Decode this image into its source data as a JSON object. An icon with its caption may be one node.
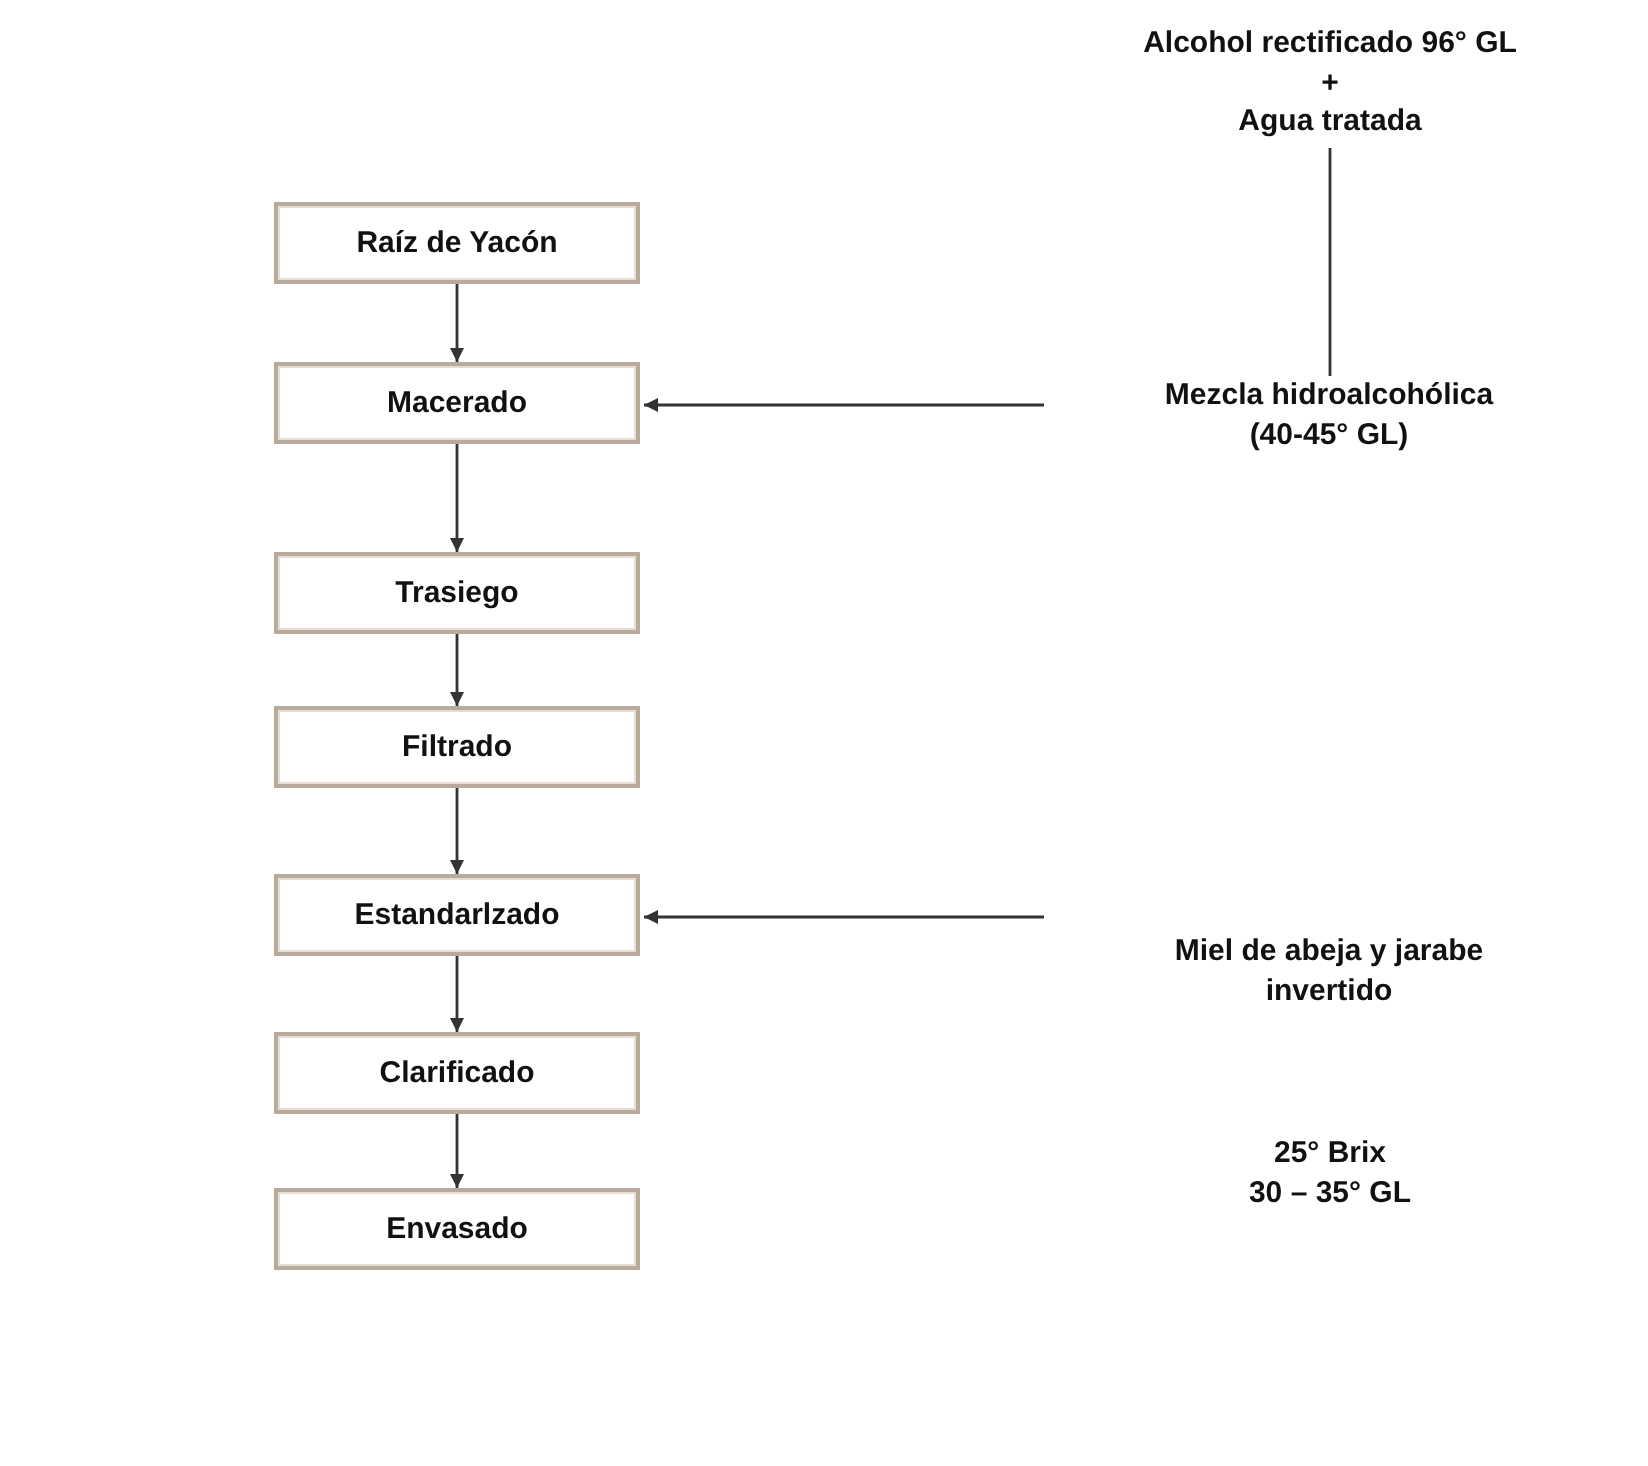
{
  "diagram": {
    "nodes": [
      {
        "text": [
          "Raíz de Yacón"
        ]
      },
      {
        "text": [
          "Macerado"
        ]
      },
      {
        "text": [
          "Trasiego"
        ]
      },
      {
        "text": [
          "Filtrado"
        ]
      },
      {
        "text": [
          "Estandarlzado"
        ]
      },
      {
        "text": [
          "Clarificado"
        ]
      },
      {
        "text": [
          "Envasado"
        ]
      },
      {
        "text": [
          "Alcohol rectificado 96° GL",
          "+",
          "Agua tratada"
        ]
      },
      {
        "text": [
          "Mezcla hidroalcohólica (40-45° GL)"
        ]
      },
      {
        "text": [
          "Miel de abeja y jarabe invertido"
        ]
      }
    ],
    "edges": [
      {
        "from": 0,
        "to": 1,
        "arrow": "to"
      },
      {
        "from": 1,
        "to": 2,
        "arrow": "to"
      },
      {
        "from": 2,
        "to": 3,
        "arrow": "to"
      },
      {
        "from": 3,
        "to": 4,
        "arrow": "to"
      },
      {
        "from": 4,
        "to": 5,
        "arrow": "to"
      },
      {
        "from": 5,
        "to": 6,
        "arrow": "to"
      },
      {
        "from": 7,
        "to": 8,
        "arrow": "none"
      },
      {
        "from": 8,
        "to": 1,
        "arrow": "to"
      },
      {
        "from": 9,
        "to": 4,
        "arrow": "to"
      }
    ],
    "labels": [
      "25° Brix",
      "30 – 35° GL"
    ]
  }
}
